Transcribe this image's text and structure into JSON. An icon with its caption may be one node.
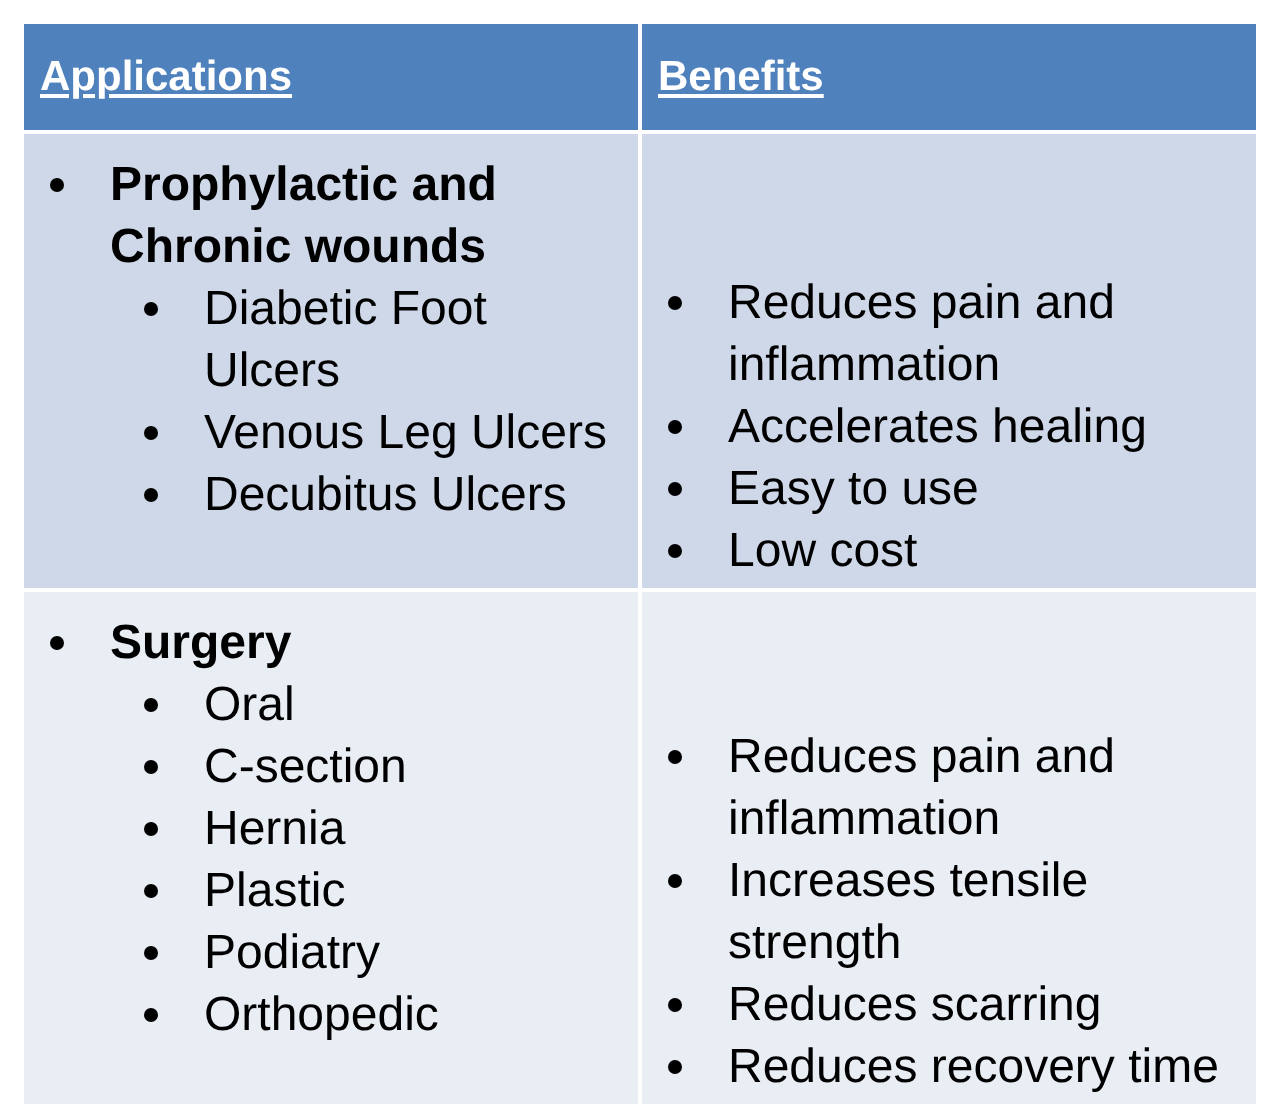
{
  "diagram": {
    "nodes": [
      {
        "text": [
          "Applications"
        ]
      },
      {
        "text": [
          "Benefits"
        ]
      },
      {
        "text": [
          "Prophylactic and Chronic wounds",
          "Diabetic Foot Ulcers",
          "Venous Leg Ulcers",
          "Decubitus Ulcers"
        ]
      },
      {
        "text": [
          "Reduces pain and inflammation",
          "Accelerates healing",
          "Easy to use",
          "Low cost"
        ]
      },
      {
        "text": [
          "Surgery",
          "Oral",
          "C-section",
          "Hernia",
          "Plastic",
          "Podiatry",
          "Orthopedic"
        ]
      },
      {
        "text": [
          "Reduces pain and inflammation",
          "Increases tensile strength",
          "Reduces scarring",
          "Reduces recovery time"
        ]
      }
    ]
  }
}
